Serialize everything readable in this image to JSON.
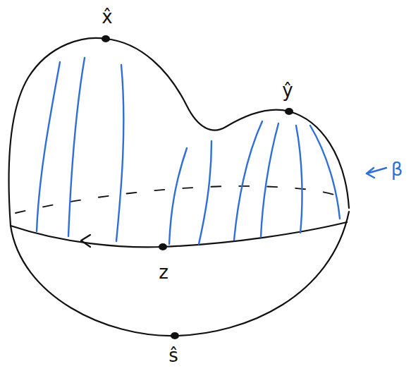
{
  "diagram": {
    "labels": [
      "x̂",
      "ŷ",
      "z",
      "ŝ",
      "β"
    ]
  }
}
